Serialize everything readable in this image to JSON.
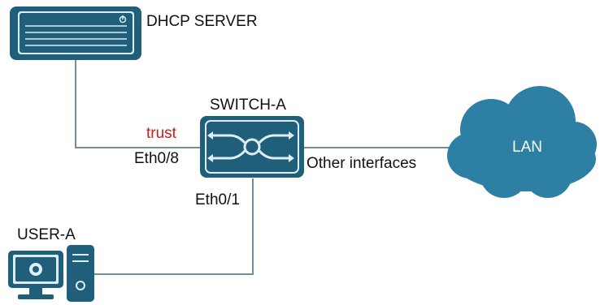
{
  "nodes": {
    "dhcp_server": {
      "label": "DHCP SERVER"
    },
    "switch": {
      "label": "SWITCH-A"
    },
    "user": {
      "label": "USER-A"
    },
    "lan": {
      "label": "LAN"
    }
  },
  "ports": {
    "trust": "trust",
    "eth08": "Eth0/8",
    "eth01": "Eth0/1",
    "other": "Other interfaces"
  },
  "colors": {
    "device_fill": "#1f5f7a",
    "device_light": "#dfeef4",
    "cloud_fill": "#2d7fa4",
    "link": "#6f8f9c",
    "trust_text": "#cc1a1a"
  },
  "icons": {
    "server": "server-icon",
    "switch": "switch-icon",
    "workstation": "workstation-icon",
    "cloud": "cloud-icon"
  }
}
